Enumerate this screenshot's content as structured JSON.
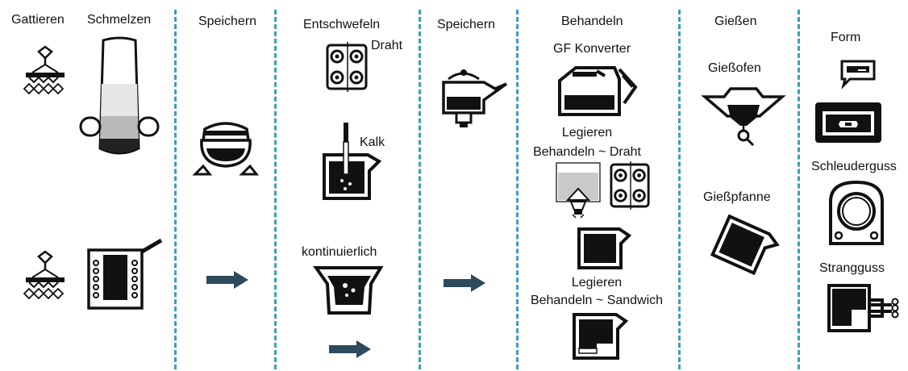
{
  "colors": {
    "divider": "#3a9fbe",
    "arrow": "#2e4a5c",
    "ink": "#111111"
  },
  "stages": {
    "gattieren": "Gattieren",
    "schmelzen": "Schmelzen",
    "speichern_1": "Speichern",
    "entschwefeln": "Entschwefeln",
    "speichern_2": "Speichern",
    "behandeln": "Behandeln",
    "giessen": "Gießen",
    "form": "Form"
  },
  "labels": {
    "draht": "Draht",
    "kalk": "Kalk",
    "kontinuierlich": "kontinuierlich",
    "gf_konverter": "GF Konverter",
    "legieren_draht_1": "Legieren",
    "legieren_draht_2": "Behandeln ~ Draht",
    "legieren_sandwich_1": "Legieren",
    "legieren_sandwich_2": "Behandeln ~ Sandwich",
    "giessofen": "Gießofen",
    "giesspfanne": "Gießpfanne",
    "schleuderguss": "Schleuderguss",
    "strangguss": "Strangguss"
  },
  "icons": [
    "charging-crane-icon",
    "cupola-furnace-icon",
    "induction-furnace-icon",
    "holding-furnace-icon",
    "wire-feeder-icon",
    "ladle-icon",
    "converter-icon",
    "pouring-furnace-icon",
    "pouring-ladle-icon",
    "mold-icon",
    "centrifugal-casting-icon",
    "continuous-casting-icon",
    "flow-arrow-icon"
  ]
}
